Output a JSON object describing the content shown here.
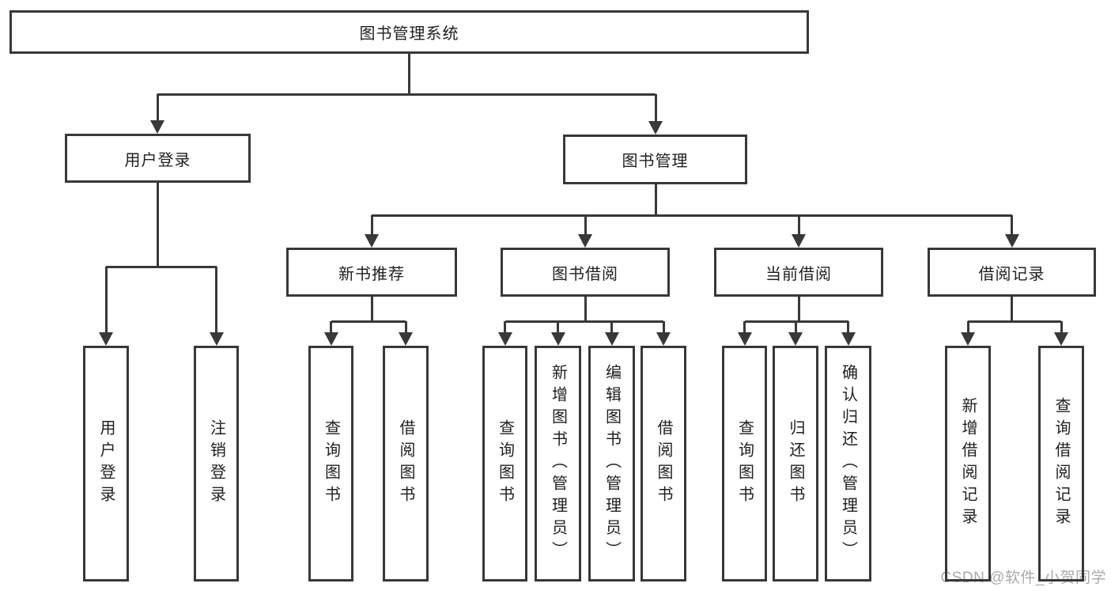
{
  "diagram": {
    "watermark": "CSDN @软件_小贺同学",
    "colors": {
      "line": "#383838",
      "text": "#1f1f1f",
      "watermark": "#a9a9a9",
      "background": "#ffffff"
    }
  },
  "tree": {
    "root": {
      "label": "图书管理系统"
    },
    "level2": {
      "user_login": {
        "label": "用户登录"
      },
      "book_management": {
        "label": "图书管理"
      }
    },
    "level3": {
      "new_book_recommend": {
        "label": "新书推荐"
      },
      "book_borrowing": {
        "label": "图书借阅"
      },
      "current_borrowing": {
        "label": "当前借阅"
      },
      "borrowing_records": {
        "label": "借阅记录"
      }
    },
    "leaves": {
      "user_login_leaf": {
        "label": "用户登录"
      },
      "logout": {
        "label": "注销登录"
      },
      "query_books_recommend": {
        "label": "查询图书"
      },
      "borrow_books_recommend": {
        "label": "借阅图书"
      },
      "query_books_borrowing": {
        "label": "查询图书"
      },
      "add_books_admin": {
        "label": "新增图书（管理员）"
      },
      "edit_books_admin": {
        "label": "编辑图书（管理员）"
      },
      "borrow_books_leaf": {
        "label": "借阅图书"
      },
      "query_books_current": {
        "label": "查询图书"
      },
      "return_books": {
        "label": "归还图书"
      },
      "confirm_return_admin": {
        "label": "确认归还（管理员）"
      },
      "add_borrow_record": {
        "label": "新增借阅记录"
      },
      "query_borrow_record": {
        "label": "查询借阅记录"
      }
    }
  }
}
